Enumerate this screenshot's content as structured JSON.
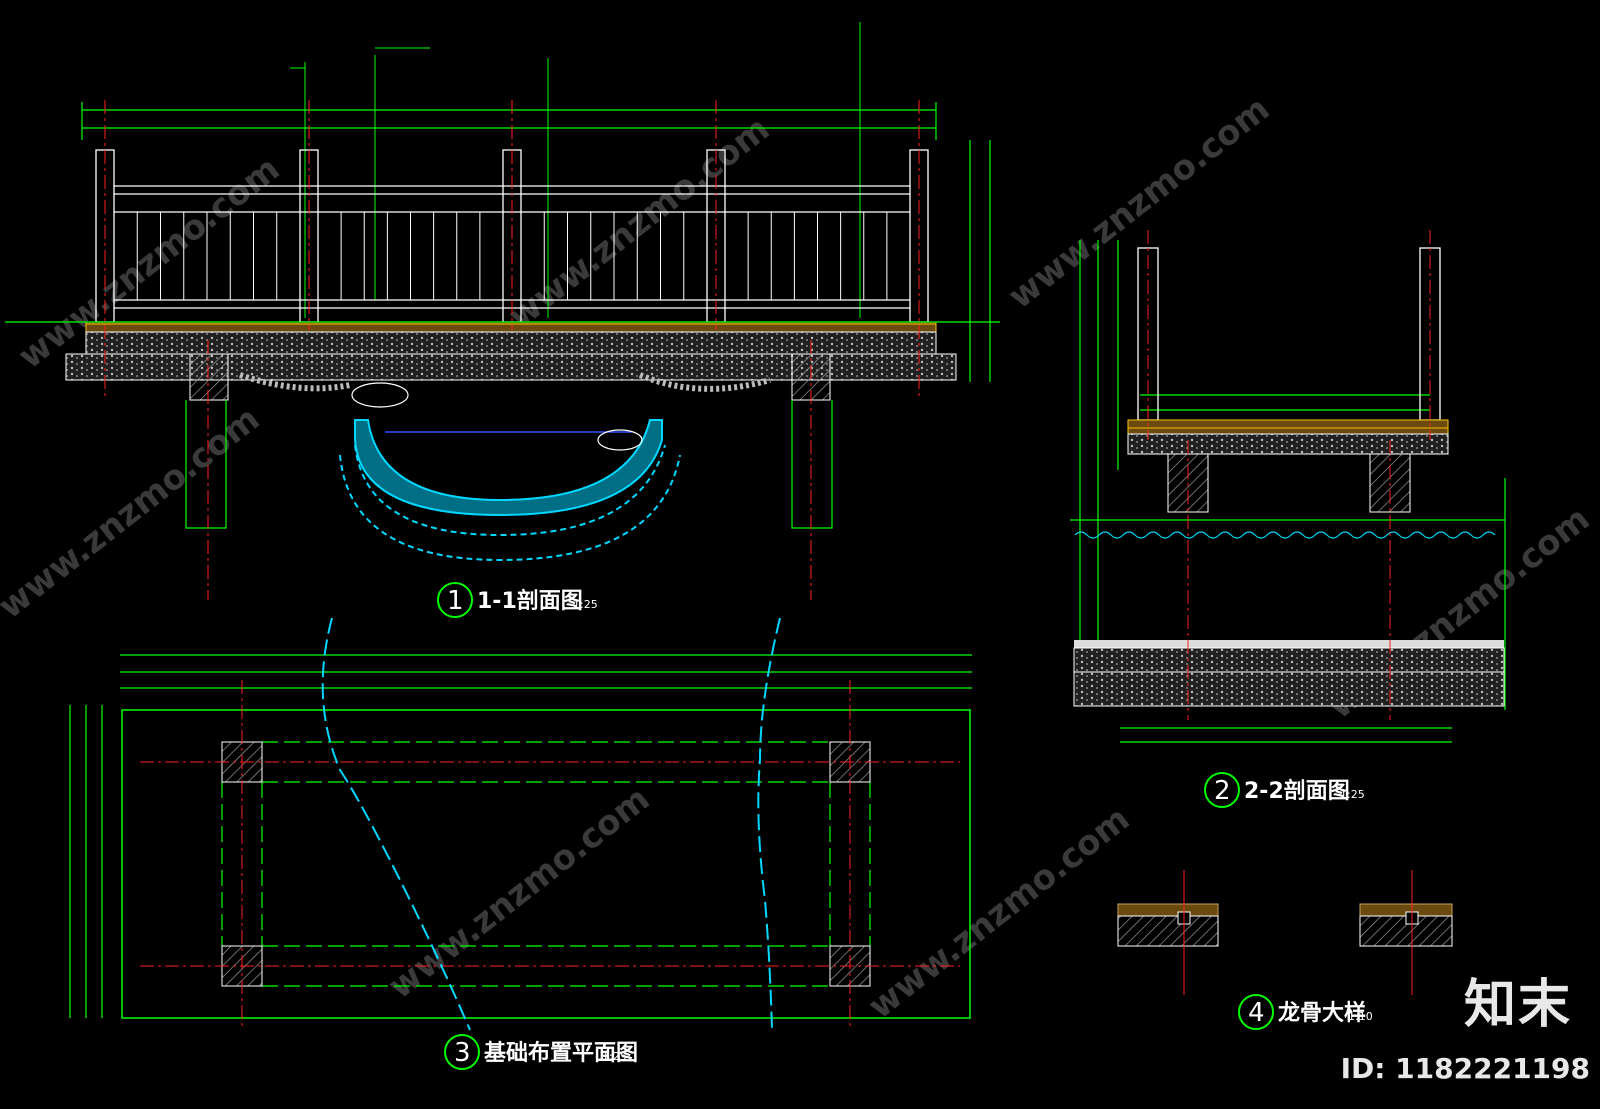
{
  "drawings": {
    "section_1_1": {
      "number": "1",
      "title": "1-1剖面图",
      "scale": "1:25"
    },
    "section_2_2": {
      "number": "2",
      "title": "2-2剖面图",
      "scale": "1:25"
    },
    "plan_3": {
      "number": "3",
      "title": "基础布置平面图",
      "scale": "1:25"
    },
    "detail_4": {
      "number": "4",
      "title": "龙骨大样",
      "scale": "1:10"
    }
  },
  "watermark": {
    "site": "www.znzmo.com",
    "brand": "知末",
    "id_text": "ID: 1182221198"
  },
  "colors": {
    "background": "#000000",
    "dim_line": "#00ff00",
    "axis_line": "#ff2020",
    "outline": "#ffffff",
    "water": "#00d8ff",
    "deck": "#ffc000",
    "hatch": "#a0a0a0",
    "ground": "#c8c8c8"
  }
}
